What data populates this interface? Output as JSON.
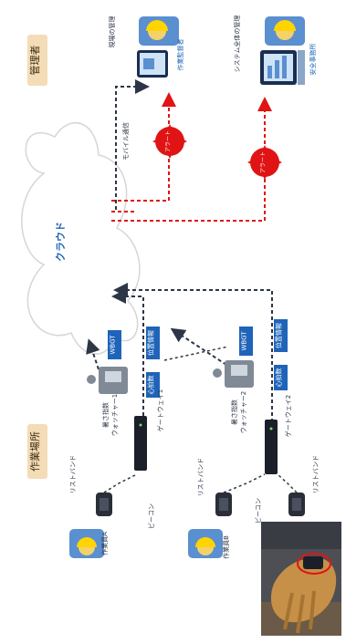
{
  "sections": {
    "manager": "管理者",
    "worksite": "作業場所"
  },
  "cloud": "クラウド",
  "mobile": "モバイル通信",
  "alert_a": "アラート",
  "alert_b": "アラート",
  "managers": {
    "site_caption": "現場の管理",
    "site_role": "作業監督者",
    "system_caption": "システム全体の管理",
    "system_role": "安全事務所"
  },
  "workers": {
    "a": "作業員A",
    "b": "作業員B"
  },
  "devices": {
    "wristband_a": "リストバンド",
    "wristband_b1": "リストバンド",
    "wristband_b2": "リストバンド",
    "beacon_a": "ビーコン",
    "beacon_b": "ビーコン",
    "gateway_1": "ゲートウェイ1",
    "gateway_2": "ゲートウェイ2",
    "watcher_1_top": "暑さ指数",
    "watcher_1_bottom": "ウォッチャー1",
    "watcher_2_top": "暑さ指数",
    "watcher_2_bottom": "ウォッチャー2"
  },
  "badges": {
    "wbgt_1": "WBGT",
    "wbgt_2": "WBGT",
    "position_1": "位置情報",
    "position_2": "位置情報",
    "heart_1": "心拍数",
    "heart_2": "心拍数"
  },
  "colors": {
    "blue": "#1f64b8",
    "red": "#e01414",
    "dark": "#2c3646",
    "section_bg": "#f3dcb6"
  },
  "icons": [
    "helmet-worker-icon",
    "tablet-icon",
    "laptop-chart-icon",
    "wristband-icon",
    "gateway-icon",
    "wbgt-sensor-icon",
    "cloud-icon",
    "alert-icon"
  ]
}
